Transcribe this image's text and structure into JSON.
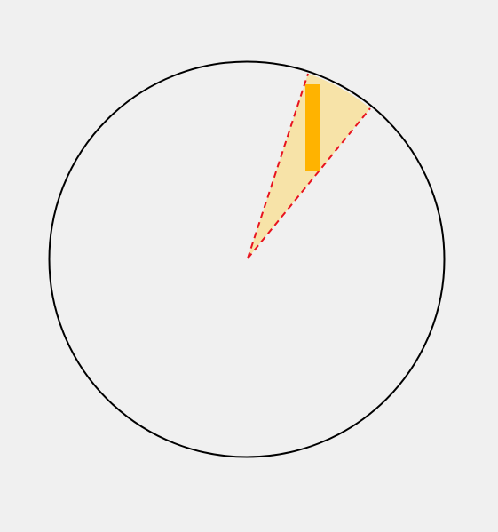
{
  "colors": {
    "background": "#f0f0f0",
    "circle_stroke": "#000000",
    "sector_fill": "#f7e3a8",
    "ray_stroke": "#e8131e",
    "bar_fill": "#ffb300"
  },
  "diagram": {
    "shapes": [
      "circle",
      "sector",
      "ray",
      "ray",
      "bar"
    ]
  }
}
